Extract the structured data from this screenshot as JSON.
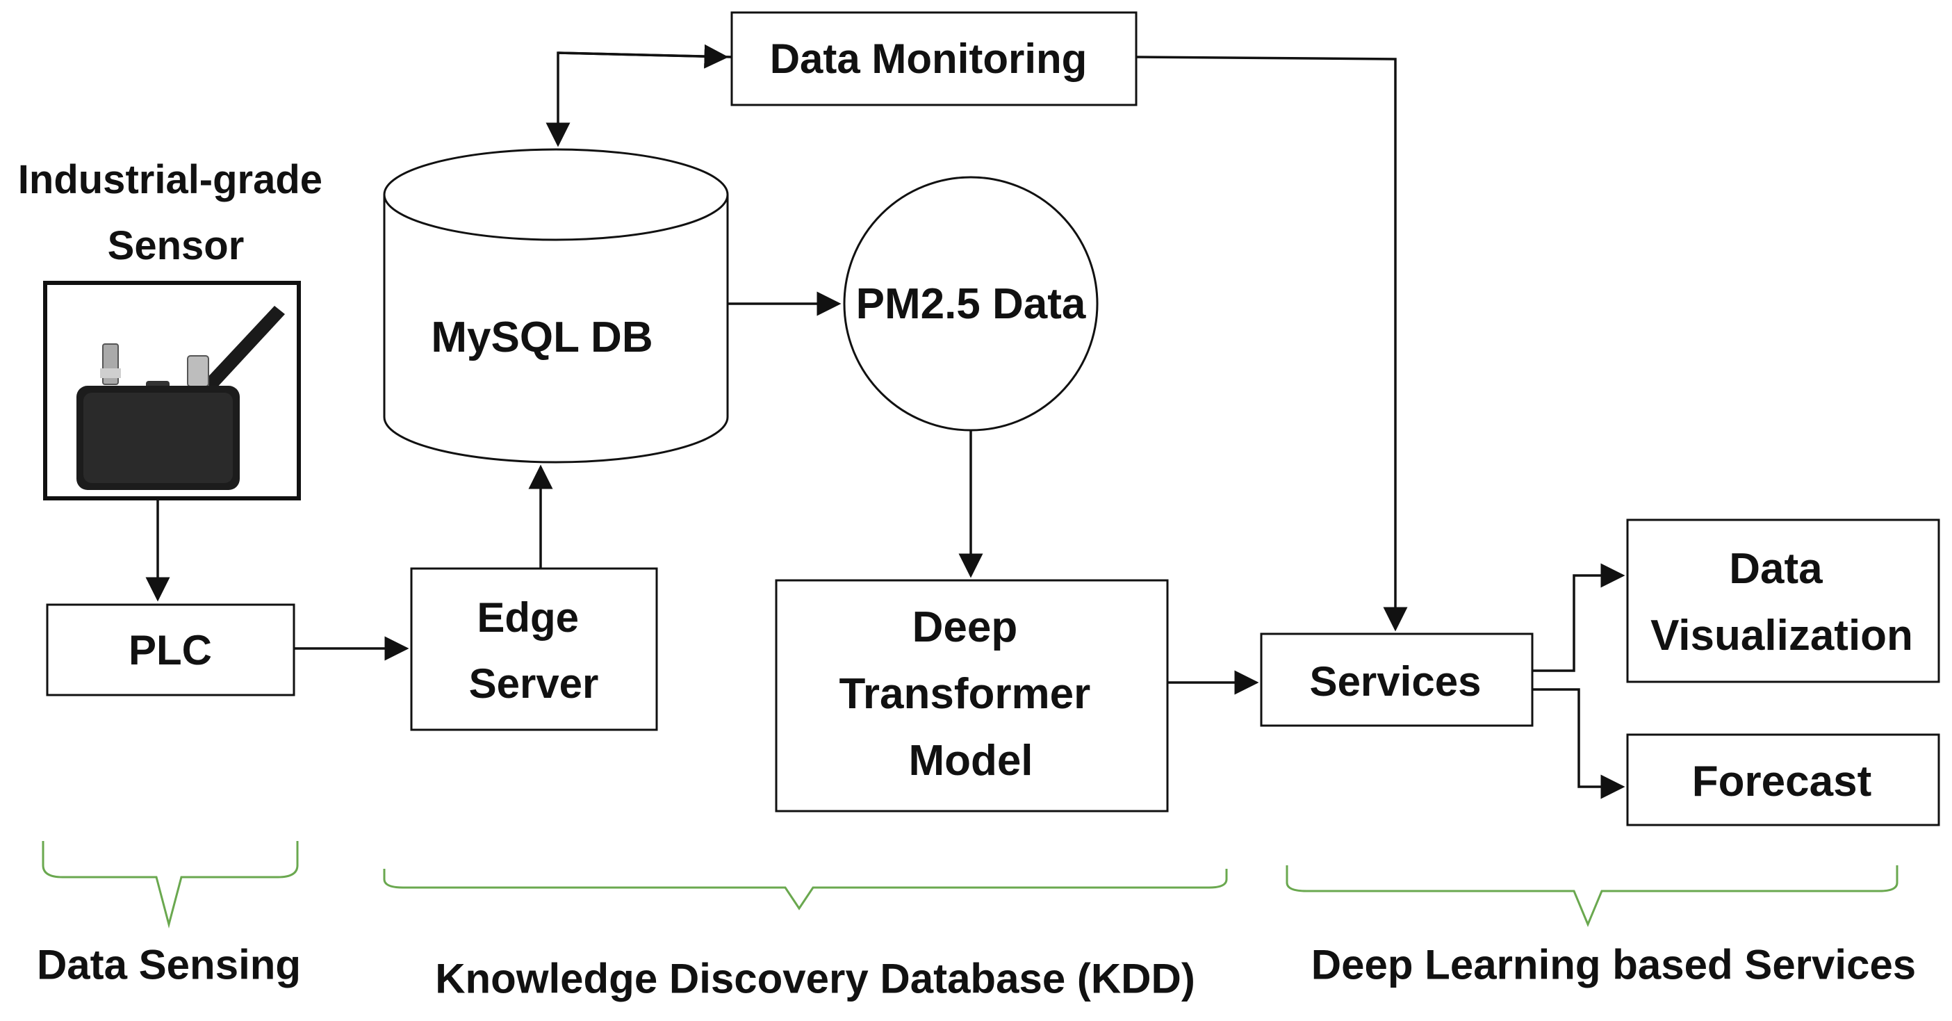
{
  "nodes": {
    "sensor_title": [
      "Industrial-grade",
      "Sensor"
    ],
    "plc": [
      "PLC"
    ],
    "edge_server": [
      "Edge",
      "Server"
    ],
    "mysql_db": [
      "MySQL DB"
    ],
    "data_monitoring": [
      "Data Monitoring"
    ],
    "pm25_data": [
      "PM2.5 Data"
    ],
    "deep_transformer": [
      "Deep",
      "Transformer",
      "Model"
    ],
    "services": [
      "Services"
    ],
    "data_visualization": [
      "Data",
      "Visualization"
    ],
    "forecast": [
      "Forecast"
    ]
  },
  "groups": {
    "data_sensing": "Data Sensing",
    "kdd": "Knowledge Discovery Database (KDD)",
    "dl_services": "Deep Learning based Services"
  },
  "colors": {
    "stroke": "#111111",
    "brace": "#6aa84f",
    "sensor_body": "#1c1c1c"
  },
  "icons": {
    "sensor": "sensor-device-icon"
  }
}
